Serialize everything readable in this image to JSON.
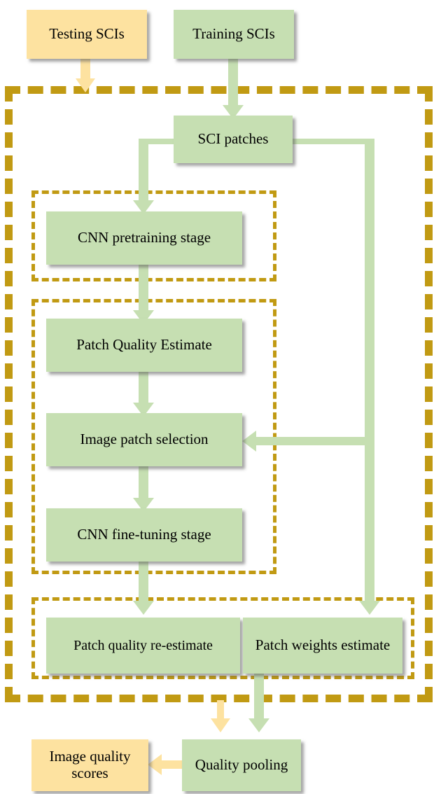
{
  "diagram": {
    "title": "SCI quality assessment CNN pipeline flowchart",
    "colors": {
      "green_fill": "#c6dfb2",
      "yellow_fill": "#fde2a0",
      "dashed_border": "#c19a13",
      "text": "#000000",
      "background": "#ffffff"
    },
    "nodes": [
      {
        "id": "testing-scis",
        "label": "Testing SCIs",
        "fill": "yellow"
      },
      {
        "id": "training-scis",
        "label": "Training SCIs",
        "fill": "green"
      },
      {
        "id": "sci-patches",
        "label": "SCI patches",
        "fill": "green"
      },
      {
        "id": "cnn-pretraining-stage",
        "label": "CNN pretraining stage",
        "fill": "green"
      },
      {
        "id": "patch-quality-estimate",
        "label": "Patch Quality Estimate",
        "fill": "green"
      },
      {
        "id": "image-patch-selection",
        "label": "Image patch selection",
        "fill": "green"
      },
      {
        "id": "cnn-fine-tuning-stage",
        "label": "CNN fine-tuning stage",
        "fill": "green"
      },
      {
        "id": "patch-quality-re-estimate",
        "label": "Patch quality re-estimate",
        "fill": "green"
      },
      {
        "id": "patch-weights-estimate",
        "label": "Patch weights estimate",
        "fill": "green"
      },
      {
        "id": "quality-pooling",
        "label": "Quality pooling",
        "fill": "green"
      },
      {
        "id": "image-quality-scores",
        "label": "Image quality scores",
        "fill": "yellow"
      }
    ],
    "groups": [
      {
        "id": "outer-dashed-region",
        "label": ""
      },
      {
        "id": "pretraining-dashed-region",
        "label": ""
      },
      {
        "id": "finetuning-dashed-region",
        "label": ""
      },
      {
        "id": "pooling-dashed-region",
        "label": ""
      }
    ],
    "edges": [
      {
        "from": "testing-scis",
        "to": "quality-pooling",
        "color": "yellow"
      },
      {
        "from": "training-scis",
        "to": "sci-patches",
        "color": "green"
      },
      {
        "from": "sci-patches",
        "to": "cnn-pretraining-stage",
        "color": "green"
      },
      {
        "from": "sci-patches",
        "to": "image-patch-selection",
        "color": "green"
      },
      {
        "from": "sci-patches",
        "to": "patch-weights-estimate",
        "color": "green"
      },
      {
        "from": "cnn-pretraining-stage",
        "to": "patch-quality-estimate",
        "color": "green"
      },
      {
        "from": "patch-quality-estimate",
        "to": "image-patch-selection",
        "color": "green"
      },
      {
        "from": "image-patch-selection",
        "to": "cnn-fine-tuning-stage",
        "color": "green"
      },
      {
        "from": "cnn-fine-tuning-stage",
        "to": "patch-quality-re-estimate",
        "color": "green"
      },
      {
        "from": "patch-quality-re-estimate",
        "to": "quality-pooling",
        "color": "green"
      },
      {
        "from": "quality-pooling",
        "to": "image-quality-scores",
        "color": "yellow"
      }
    ]
  }
}
